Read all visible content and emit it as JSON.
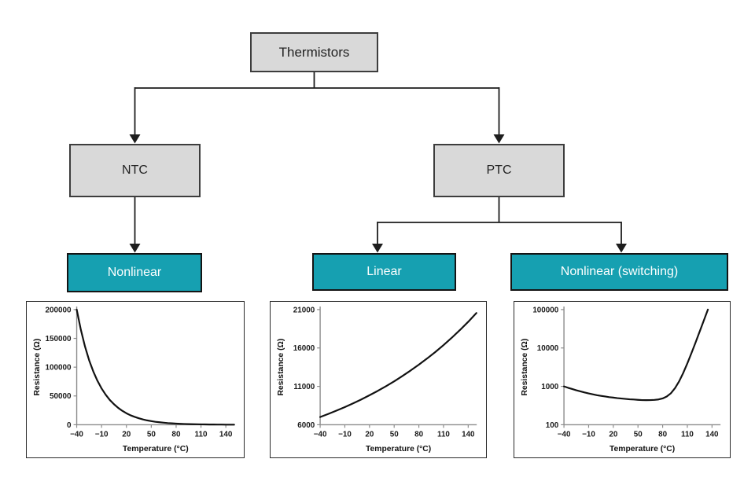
{
  "diagram": {
    "nodes": {
      "root": {
        "label": "Thermistors"
      },
      "ntc": {
        "label": "NTC"
      },
      "ptc": {
        "label": "PTC"
      },
      "ntc_nonlinear": {
        "label": "Nonlinear"
      },
      "ptc_linear": {
        "label": "Linear"
      },
      "ptc_switching": {
        "label": "Nonlinear (switching)"
      }
    },
    "colors": {
      "teal": "#16a0b1",
      "node_fill": "#d9d9d9",
      "node_border": "#3d3d3d",
      "line": "#1d1d1d",
      "curve": "#111111",
      "axis": "#8c8c8c"
    }
  },
  "chart_data": [
    {
      "type": "line",
      "xlabel": "Temperature (°C)",
      "ylabel": "Resistance (Ω)",
      "yscale": "linear",
      "xlim": [
        -40,
        150
      ],
      "ylim": [
        0,
        200000
      ],
      "xtick_values": [
        -40,
        -10,
        20,
        50,
        80,
        110,
        140
      ],
      "xtick_labels": [
        "−40",
        "−10",
        "20",
        "50",
        "80",
        "110",
        "140"
      ],
      "ytick_values": [
        0,
        50000,
        100000,
        150000,
        200000
      ],
      "ytick_labels": [
        "0",
        "50000",
        "100000",
        "150000",
        "200000"
      ],
      "grid": false,
      "legend": false,
      "series": [
        {
          "x": [
            -40,
            -35,
            -30,
            -25,
            -20,
            -15,
            -10,
            -5,
            0,
            5,
            10,
            15,
            20,
            25,
            30,
            35,
            40,
            45,
            50,
            55,
            60,
            65,
            70,
            75,
            80,
            85,
            90,
            95,
            100,
            105,
            110,
            115,
            120,
            125,
            130,
            135,
            140,
            145,
            150
          ],
          "y": [
            200000,
            165000,
            136000,
            112000,
            92700,
            76500,
            63100,
            52100,
            43000,
            35500,
            29300,
            24200,
            19900,
            16400,
            13600,
            11200,
            9200,
            7600,
            6300,
            5200,
            4300,
            3500,
            2900,
            2400,
            2000,
            1640,
            1350,
            1120,
            920,
            760,
            630,
            520,
            430,
            350,
            290,
            240,
            200,
            160,
            140
          ]
        }
      ]
    },
    {
      "type": "line",
      "xlabel": "Temperature (°C)",
      "ylabel": "Resistance (Ω)",
      "yscale": "linear",
      "xlim": [
        -40,
        150
      ],
      "ylim": [
        6000,
        21000
      ],
      "xtick_values": [
        -40,
        -10,
        20,
        50,
        80,
        110,
        140
      ],
      "xtick_labels": [
        "−40",
        "−10",
        "20",
        "50",
        "80",
        "110",
        "140"
      ],
      "ytick_values": [
        6000,
        11000,
        16000,
        21000
      ],
      "ytick_labels": [
        "6000",
        "11000",
        "16000",
        "21000"
      ],
      "grid": false,
      "legend": false,
      "series": [
        {
          "x": [
            -40,
            -30,
            -20,
            -10,
            0,
            10,
            20,
            30,
            40,
            50,
            60,
            70,
            80,
            90,
            100,
            110,
            120,
            130,
            140,
            150
          ],
          "y": [
            7000,
            7410,
            7840,
            8300,
            8780,
            9290,
            9840,
            10410,
            11020,
            11660,
            12340,
            13060,
            13820,
            14620,
            15480,
            16380,
            17330,
            18340,
            19410,
            20550
          ]
        }
      ]
    },
    {
      "type": "line",
      "xlabel": "Temperature (°C)",
      "ylabel": "Resistance (Ω)",
      "yscale": "log",
      "xlim": [
        -40,
        135
      ],
      "ylim": [
        100,
        100000
      ],
      "xtick_values": [
        -40,
        -10,
        20,
        50,
        80,
        110,
        140
      ],
      "xtick_labels": [
        "−40",
        "−10",
        "20",
        "50",
        "80",
        "110",
        "140"
      ],
      "ytick_values": [
        100,
        1000,
        10000,
        100000
      ],
      "ytick_labels": [
        "100",
        "1000",
        "10000",
        "100000"
      ],
      "grid": false,
      "legend": false,
      "series": [
        {
          "x": [
            -40,
            -35,
            -30,
            -25,
            -20,
            -15,
            -10,
            -5,
            0,
            5,
            10,
            15,
            20,
            25,
            30,
            35,
            40,
            45,
            50,
            55,
            60,
            65,
            70,
            75,
            80,
            85,
            90,
            95,
            100,
            105,
            110,
            115,
            120,
            125,
            130,
            135
          ],
          "y": [
            1000,
            920,
            850,
            790,
            740,
            695,
            655,
            620,
            590,
            565,
            545,
            525,
            510,
            494,
            481,
            470,
            461,
            453,
            446,
            440,
            438,
            439,
            444,
            455,
            484,
            544,
            660,
            900,
            1350,
            2240,
            3980,
            7360,
            13900,
            26800,
            51700,
            100000
          ]
        }
      ]
    }
  ]
}
